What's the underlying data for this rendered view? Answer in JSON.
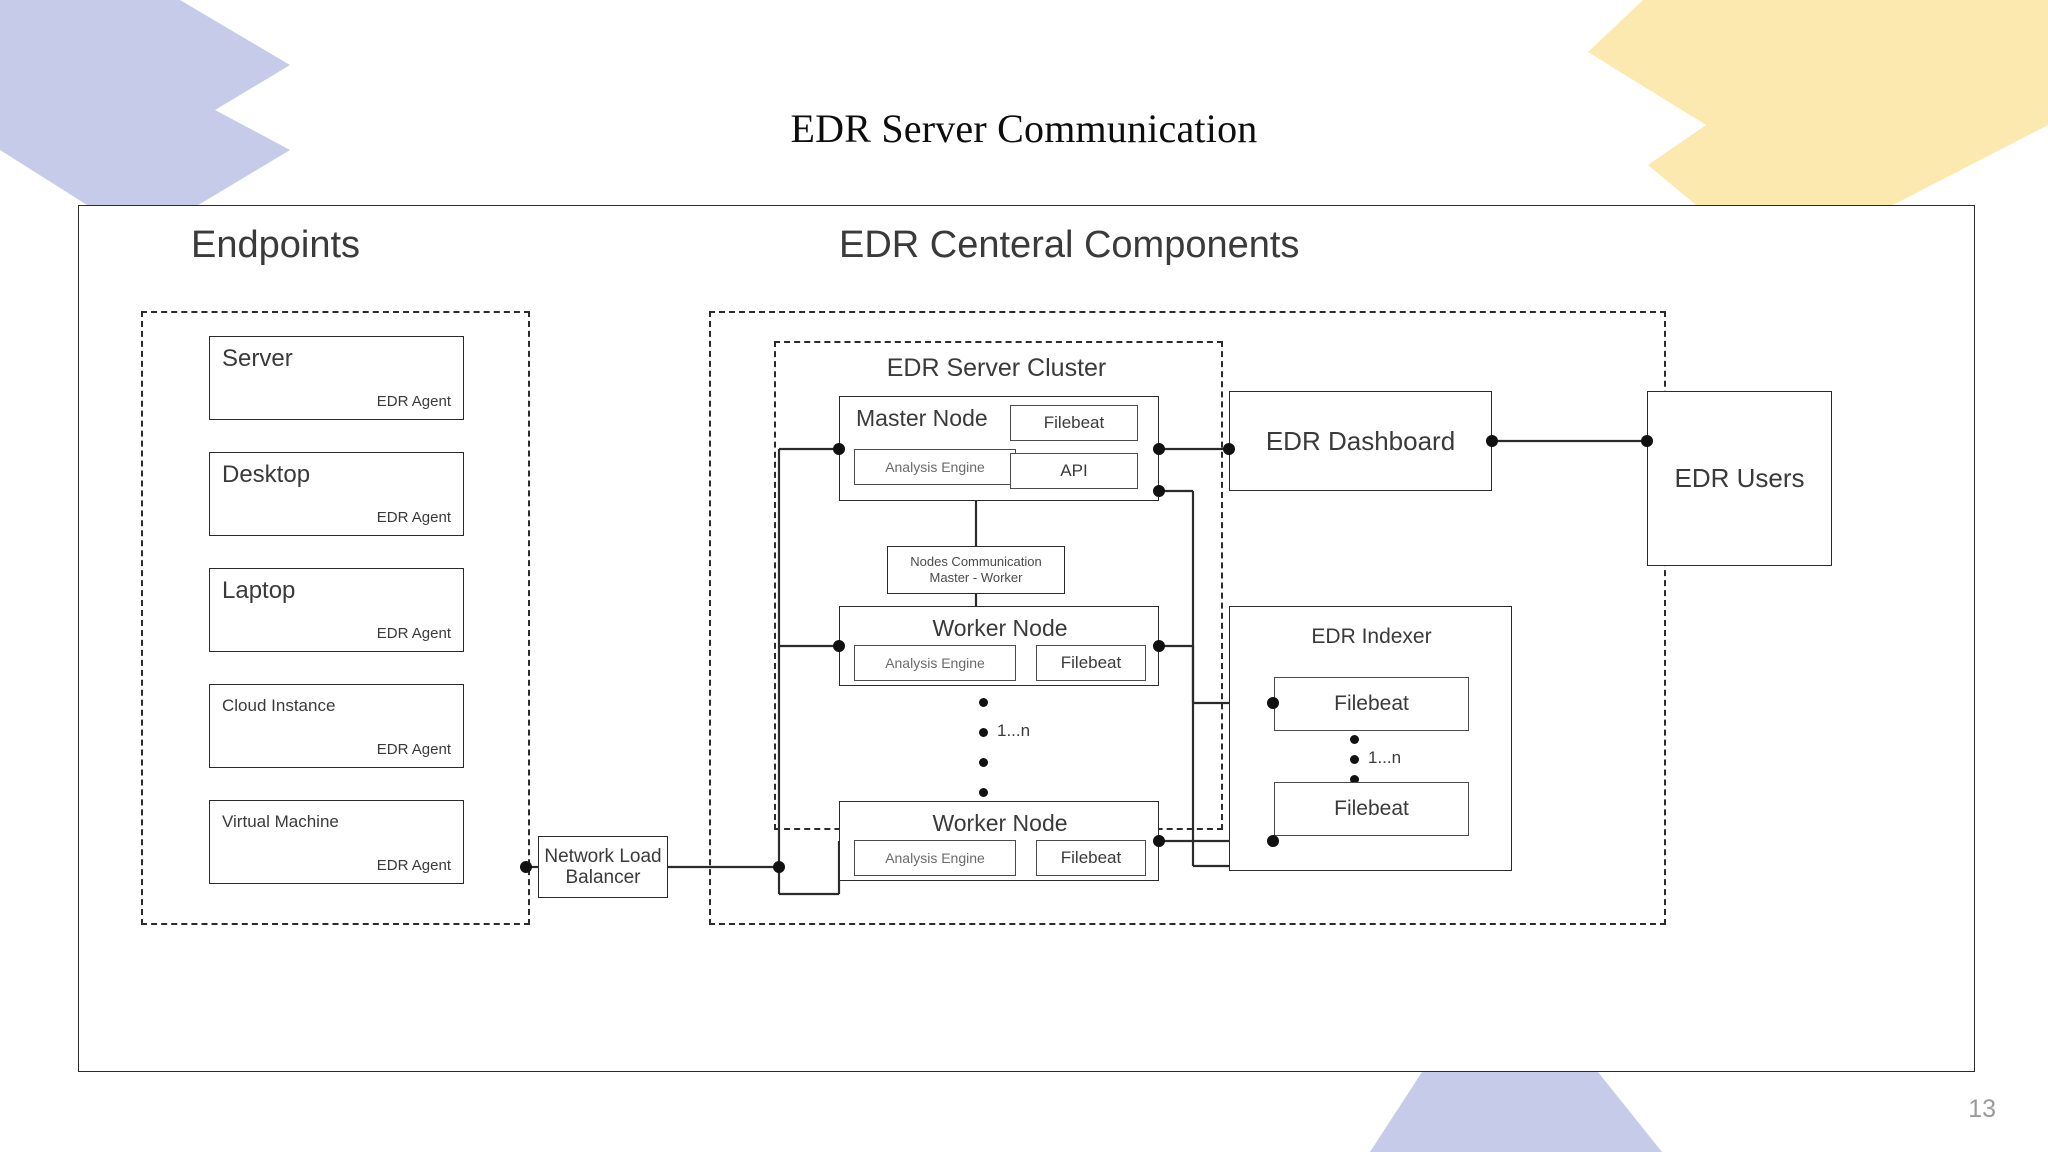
{
  "slide": {
    "title": "EDR Server Communication",
    "page_number": "13"
  },
  "colors": {
    "decor_blue": "#c5cbe9",
    "decor_yellow": "#fce9b0",
    "stroke": "#2b2b2b",
    "text": "#3a3a3a",
    "muted_text": "#6a6a6a",
    "page_number": "#9a9a9a",
    "background": "#ffffff"
  },
  "endpoints": {
    "heading": "Endpoints",
    "agent_label": "EDR Agent",
    "items": [
      {
        "name": "Server",
        "agent": "EDR Agent",
        "size": "lg"
      },
      {
        "name": "Desktop",
        "agent": "EDR Agent",
        "size": "lg"
      },
      {
        "name": "Laptop",
        "agent": "EDR Agent",
        "size": "lg"
      },
      {
        "name": "Cloud Instance",
        "agent": "EDR Agent",
        "size": "sm"
      },
      {
        "name": "Virtual Machine",
        "agent": "EDR Agent",
        "size": "sm"
      }
    ]
  },
  "load_balancer": {
    "line1": "Network Load",
    "line2": "Balancer"
  },
  "central": {
    "heading": "EDR Centeral Components",
    "cluster": {
      "label": "EDR Server Cluster",
      "master_node": {
        "title": "Master Node",
        "analysis_engine": "Analysis Engine",
        "filebeat": "Filebeat",
        "api": "API"
      },
      "nodes_communication": {
        "line1": "Nodes Communication",
        "line2": "Master - Worker"
      },
      "worker_node_1": {
        "title": "Worker Node",
        "analysis_engine": "Analysis Engine",
        "filebeat": "Filebeat"
      },
      "worker_node_2": {
        "title": "Worker Node",
        "analysis_engine": "Analysis Engine",
        "filebeat": "Filebeat"
      },
      "scaling_label": "1...n"
    },
    "indexer": {
      "label": "EDR Indexer",
      "filebeat_1": "Filebeat",
      "filebeat_2": "Filebeat",
      "scaling_label": "1...n"
    }
  },
  "dashboard": {
    "label": "EDR Dashboard"
  },
  "users": {
    "label": "EDR Users"
  }
}
